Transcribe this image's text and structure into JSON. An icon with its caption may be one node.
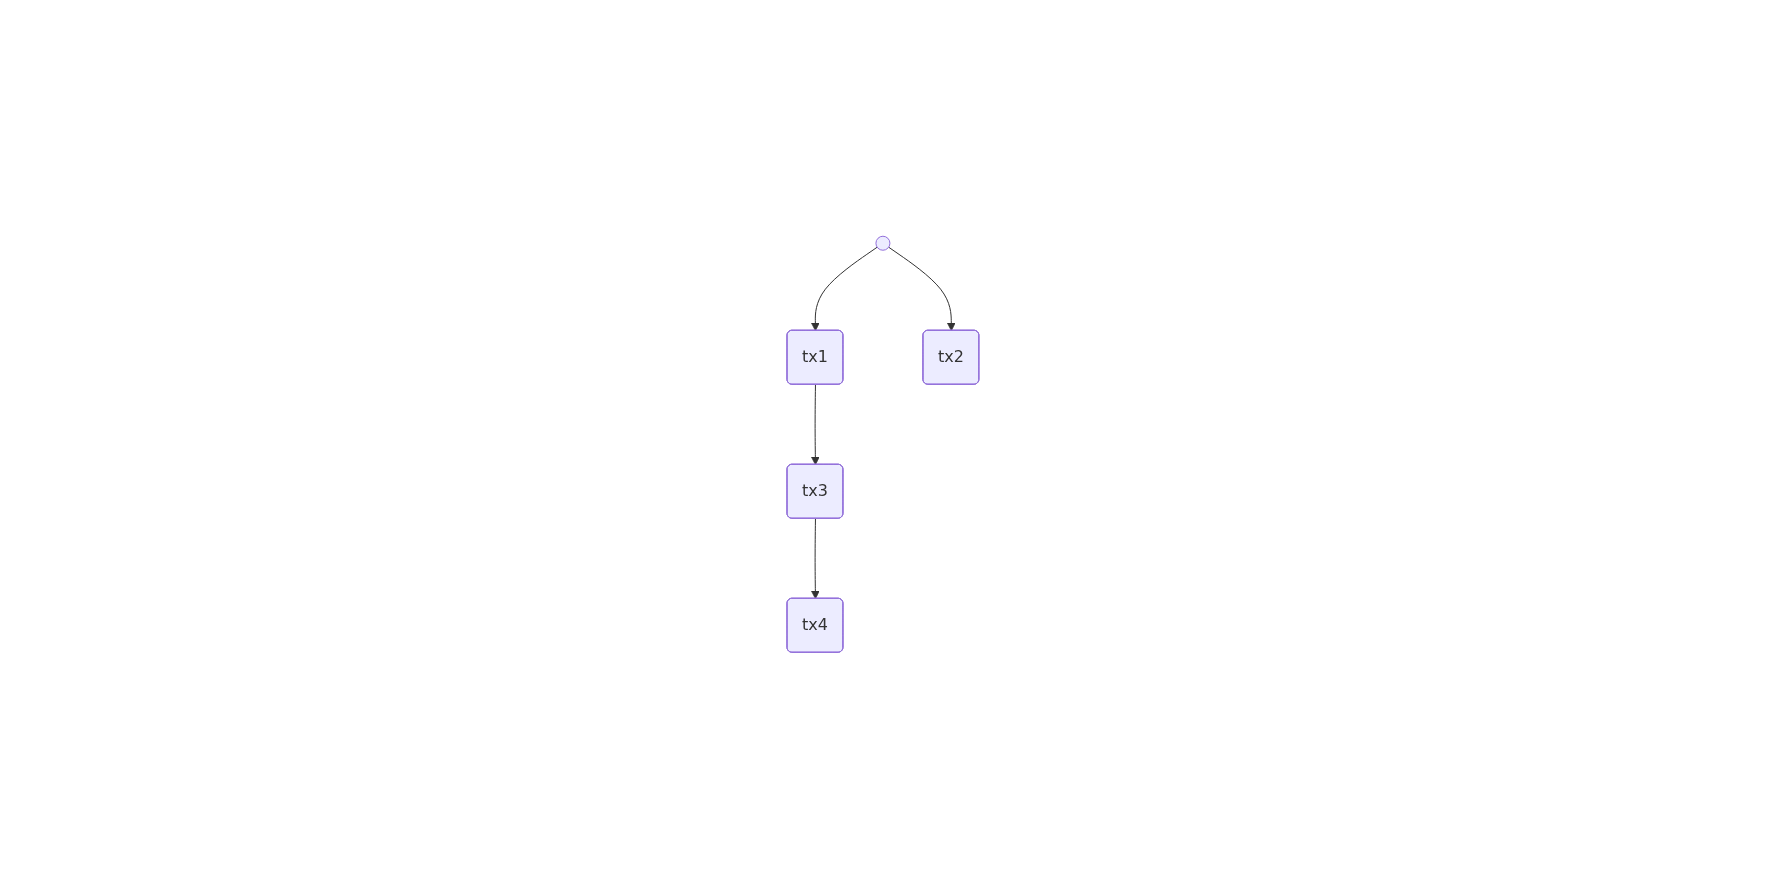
{
  "diagram": {
    "nodes": [
      {
        "text": [],
        "shape": "circle"
      },
      {
        "text": [
          "tx1"
        ]
      },
      {
        "text": [
          "tx2"
        ]
      },
      {
        "text": [
          "tx3"
        ]
      },
      {
        "text": [
          "tx4"
        ]
      }
    ],
    "edges": [
      {
        "from": 0,
        "to": 1,
        "arrow": "to"
      },
      {
        "from": 0,
        "to": 2,
        "arrow": "to"
      },
      {
        "from": 1,
        "to": 3,
        "arrow": "to"
      },
      {
        "from": 3,
        "to": 4,
        "arrow": "to"
      }
    ]
  }
}
